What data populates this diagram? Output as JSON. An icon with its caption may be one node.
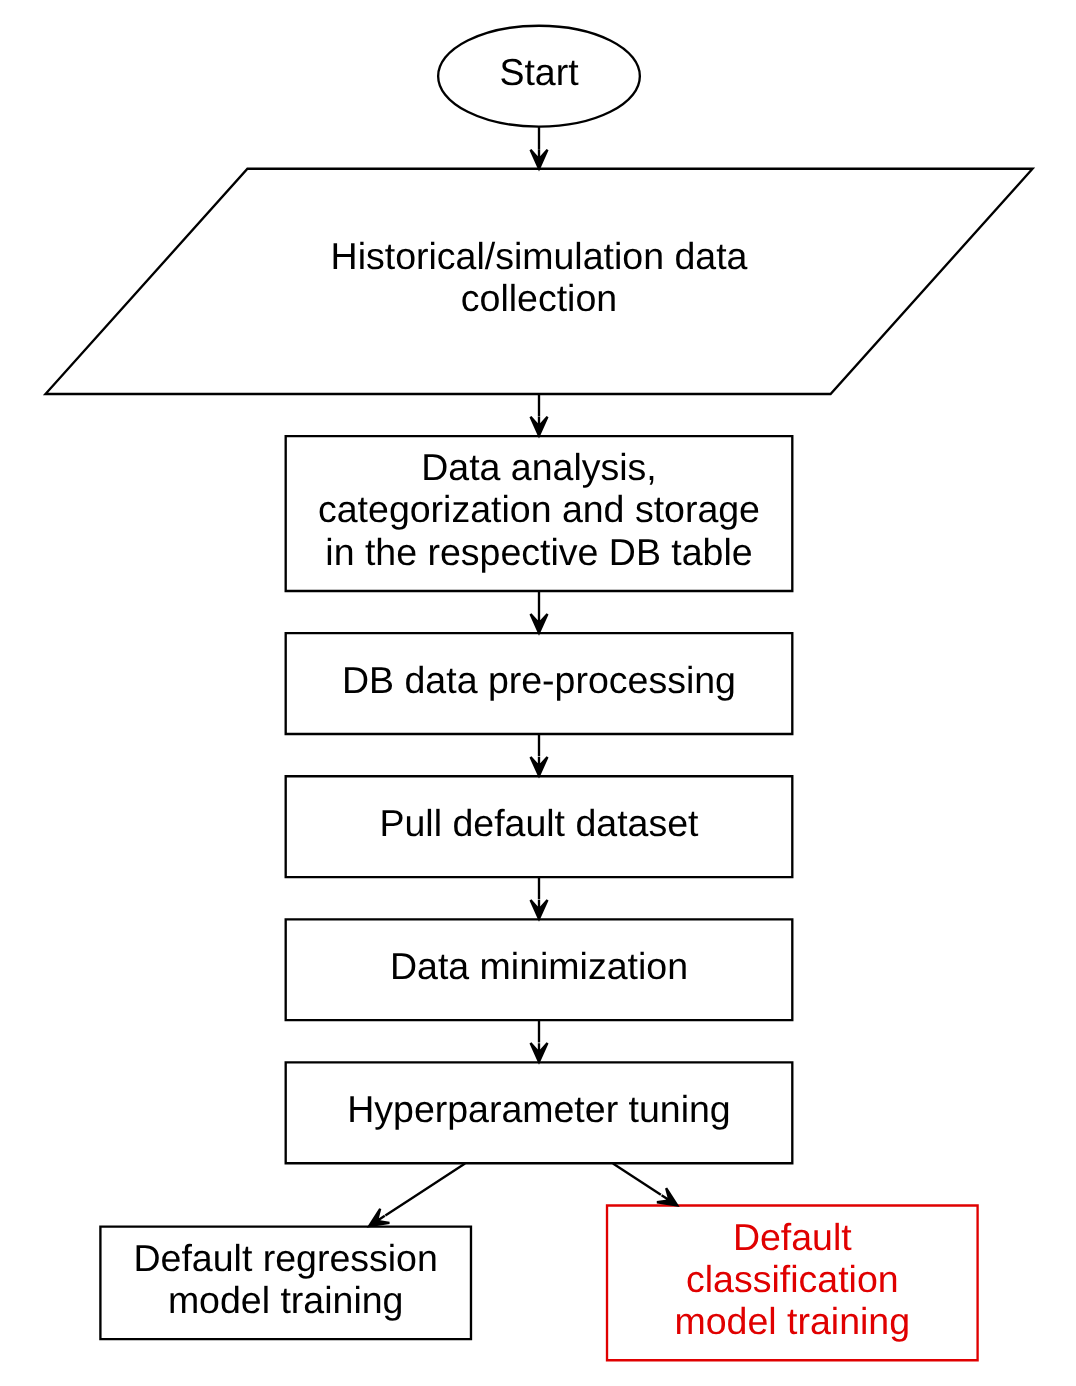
{
  "diagram": {
    "nodes": [
      {
        "text": [
          "Start"
        ]
      },
      {
        "text": [
          "Historical/simulation data collection"
        ]
      },
      {
        "text": [
          "Data analysis, categorization and storage in the respective DB table"
        ]
      },
      {
        "text": [
          "DB data pre-processing"
        ]
      },
      {
        "text": [
          "Pull default dataset"
        ]
      },
      {
        "text": [
          "Data minimization"
        ]
      },
      {
        "text": [
          "Hyperparameter tuning"
        ]
      },
      {
        "text": [
          "Default regression model training"
        ]
      },
      {
        "text": [
          "Default classification model training"
        ]
      }
    ],
    "edges": [
      {
        "from": 0,
        "to": 1,
        "arrow": "to"
      },
      {
        "from": 1,
        "to": 2,
        "arrow": "to"
      },
      {
        "from": 2,
        "to": 3,
        "arrow": "to"
      },
      {
        "from": 3,
        "to": 4,
        "arrow": "to"
      },
      {
        "from": 4,
        "to": 5,
        "arrow": "to"
      },
      {
        "from": 5,
        "to": 6,
        "arrow": "to"
      },
      {
        "from": 6,
        "to": 7,
        "arrow": "to"
      },
      {
        "from": 6,
        "to": 8,
        "arrow": "to"
      }
    ]
  }
}
